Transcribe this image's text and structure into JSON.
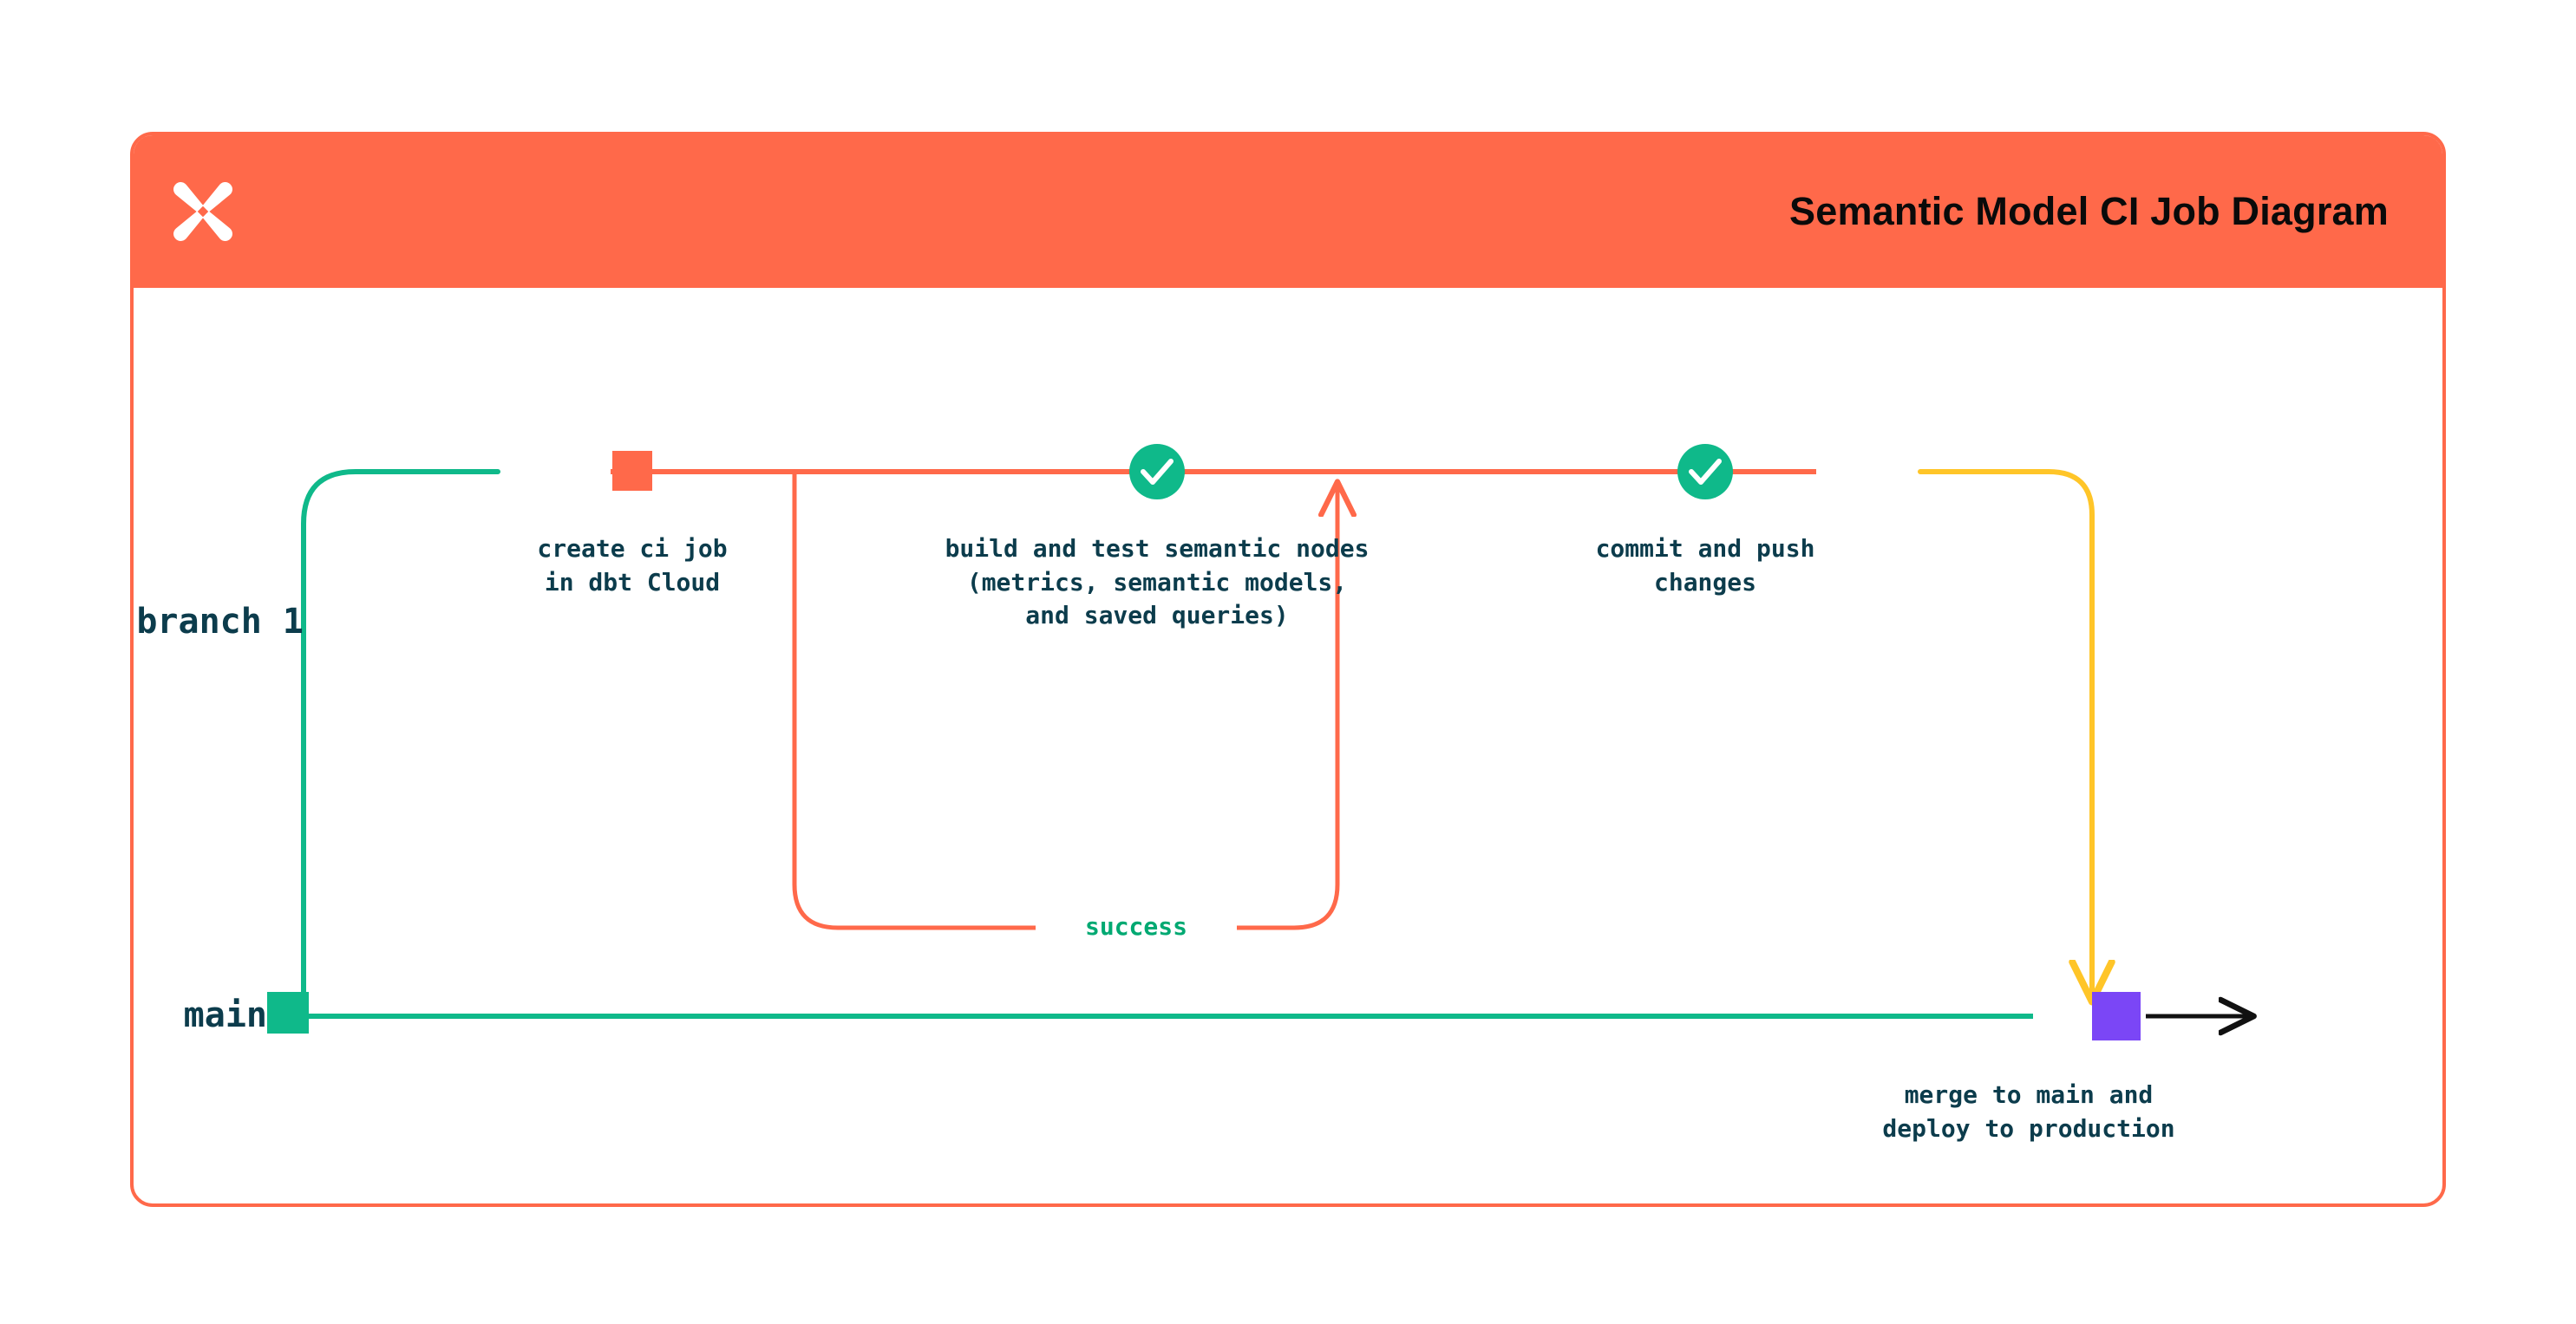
{
  "card": {
    "title": "Semantic Model CI Job Diagram",
    "logo_icon": "dbt-logo-icon",
    "header_color": "#FF694A",
    "border_color": "#FF694A"
  },
  "colors": {
    "orange": "#FF694A",
    "teal": "#0FB98A",
    "green": "#00A972",
    "yellow": "#FFC528",
    "purple": "#7B46F6",
    "ink": "#0C3C4C",
    "black": "#111111"
  },
  "branches": [
    {
      "id": "branch-1",
      "label": "branch 1",
      "color": "#FF694A"
    },
    {
      "id": "main",
      "label": "main",
      "color": "#0FB98A"
    }
  ],
  "nodes": [
    {
      "id": "create-ci-job",
      "marker": "square",
      "marker_color": "#FF694A",
      "caption": "create ci job\nin dbt Cloud"
    },
    {
      "id": "build-and-test",
      "marker": "check-circle",
      "marker_color": "#0FB98A",
      "caption": "build and test semantic nodes\n(metrics, semantic models,\nand saved queries)"
    },
    {
      "id": "commit-and-push",
      "marker": "check-circle",
      "marker_color": "#0FB98A",
      "caption": "commit and push\nchanges"
    },
    {
      "id": "merge-to-main",
      "marker": "square",
      "marker_color": "#7B46F6",
      "caption": "merge to main and\ndeploy to production"
    }
  ],
  "edges": [
    {
      "id": "success-loop",
      "label": "success",
      "color": "#FF694A",
      "label_color": "#00A972"
    }
  ]
}
